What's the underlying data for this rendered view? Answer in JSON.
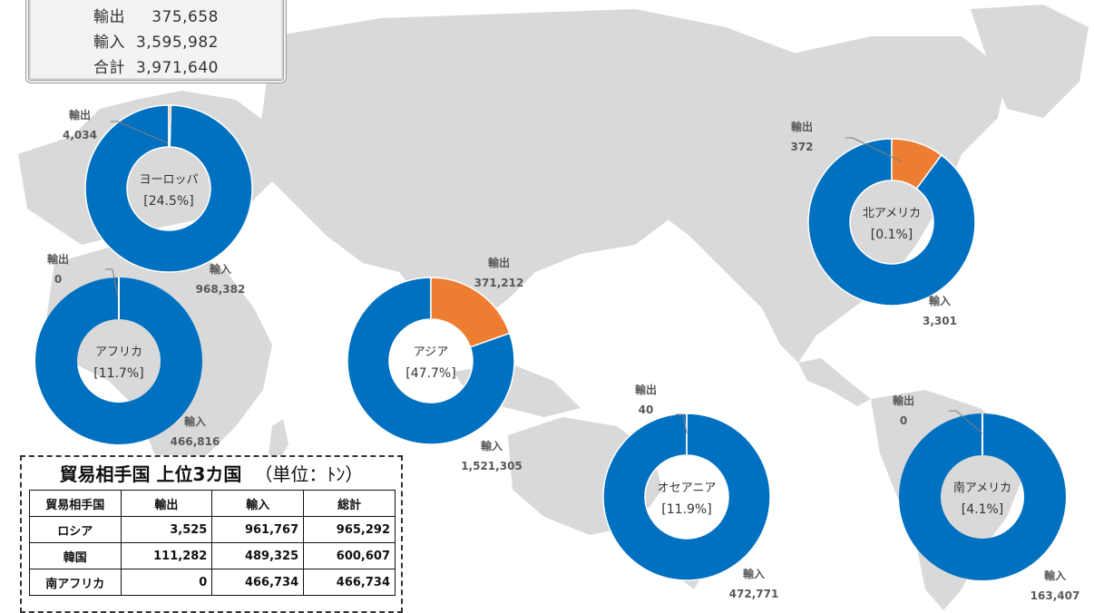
{
  "totals": {
    "rows": [
      {
        "key": "輸出",
        "value": "375,658"
      },
      {
        "key": "輸入",
        "value": "3,595,982"
      },
      {
        "key": "合計",
        "value": "3,971,640"
      }
    ]
  },
  "chart_data": [
    {
      "type": "pie",
      "name": "ヨーロッパ",
      "share": "[24.5%]",
      "labels": [
        "輸出",
        "輸入"
      ],
      "values": [
        4034,
        968382
      ],
      "display": [
        "4,034",
        "968,382"
      ],
      "colors": [
        "#ed7d31",
        "#0070c0"
      ]
    },
    {
      "type": "pie",
      "name": "アフリカ",
      "share": "[11.7%]",
      "labels": [
        "輸出",
        "輸入"
      ],
      "values": [
        0,
        466816
      ],
      "display": [
        "0",
        "466,816"
      ],
      "colors": [
        "#ed7d31",
        "#0070c0"
      ]
    },
    {
      "type": "pie",
      "name": "アジア",
      "share": "[47.7%]",
      "labels": [
        "輸出",
        "輸入"
      ],
      "values": [
        371212,
        1521305
      ],
      "display": [
        "371,212",
        "1,521,305"
      ],
      "colors": [
        "#ed7d31",
        "#0070c0"
      ]
    },
    {
      "type": "pie",
      "name": "オセアニア",
      "share": "[11.9%]",
      "labels": [
        "輸出",
        "輸入"
      ],
      "values": [
        40,
        472771
      ],
      "display": [
        "40",
        "472,771"
      ],
      "colors": [
        "#ed7d31",
        "#0070c0"
      ]
    },
    {
      "type": "pie",
      "name": "北アメリカ",
      "share": "[0.1%]",
      "labels": [
        "輸出",
        "輸入"
      ],
      "values": [
        372,
        3301
      ],
      "display": [
        "372",
        "3,301"
      ],
      "colors": [
        "#ed7d31",
        "#0070c0"
      ]
    },
    {
      "type": "pie",
      "name": "南アメリカ",
      "share": "[4.1%]",
      "labels": [
        "輸出",
        "輸入"
      ],
      "values": [
        0,
        163407
      ],
      "display": [
        "0",
        "163,407"
      ],
      "colors": [
        "#ed7d31",
        "#0070c0"
      ]
    }
  ],
  "top_partners": {
    "title": "貿易相手国 上位3カ国",
    "unit": "（単位：ﾄﾝ）",
    "headers": [
      "貿易相手国",
      "輸出",
      "輸入",
      "総計"
    ],
    "rows": [
      [
        "ロシア",
        "3,525",
        "961,767",
        "965,292"
      ],
      [
        "韓国",
        "111,282",
        "489,325",
        "600,607"
      ],
      [
        "南アフリカ",
        "0",
        "466,734",
        "466,734"
      ]
    ]
  }
}
